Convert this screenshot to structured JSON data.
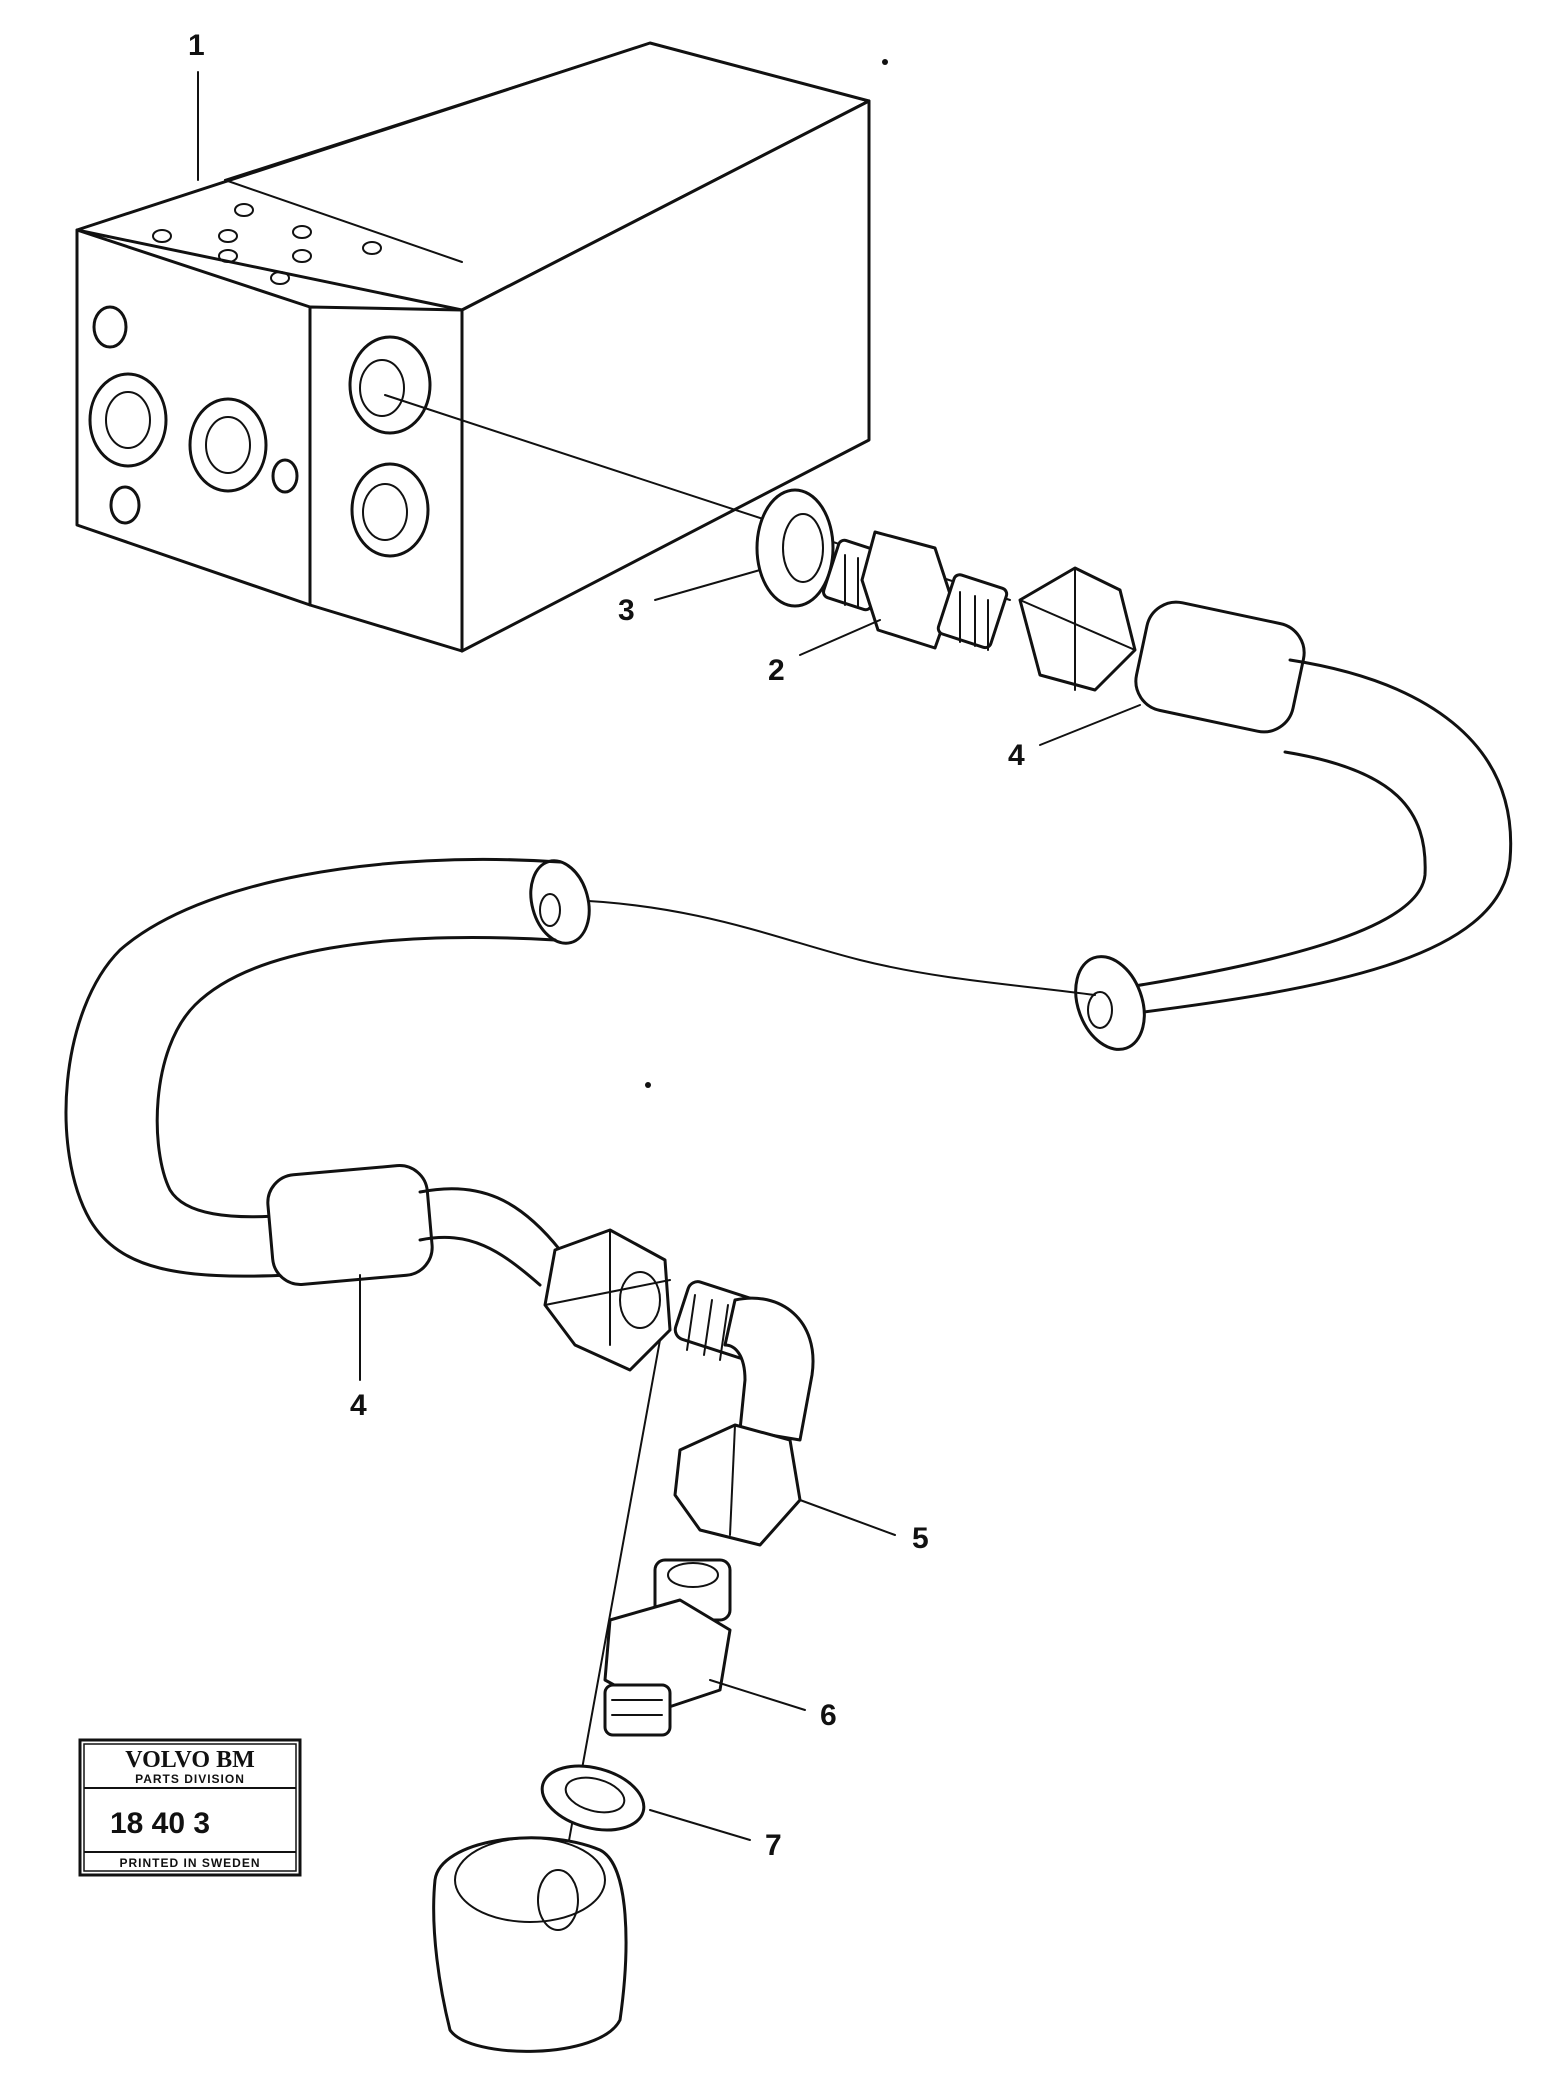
{
  "labels": {
    "l1": "1",
    "l2": "2",
    "l3": "3",
    "l4a": "4",
    "l4b": "4",
    "l5": "5",
    "l6": "6",
    "l7": "7"
  },
  "stamp": {
    "brand": "VOLVO BM",
    "division": "PARTS DIVISION",
    "number": "18 40 3",
    "printed": "PRINTED IN SWEDEN"
  }
}
